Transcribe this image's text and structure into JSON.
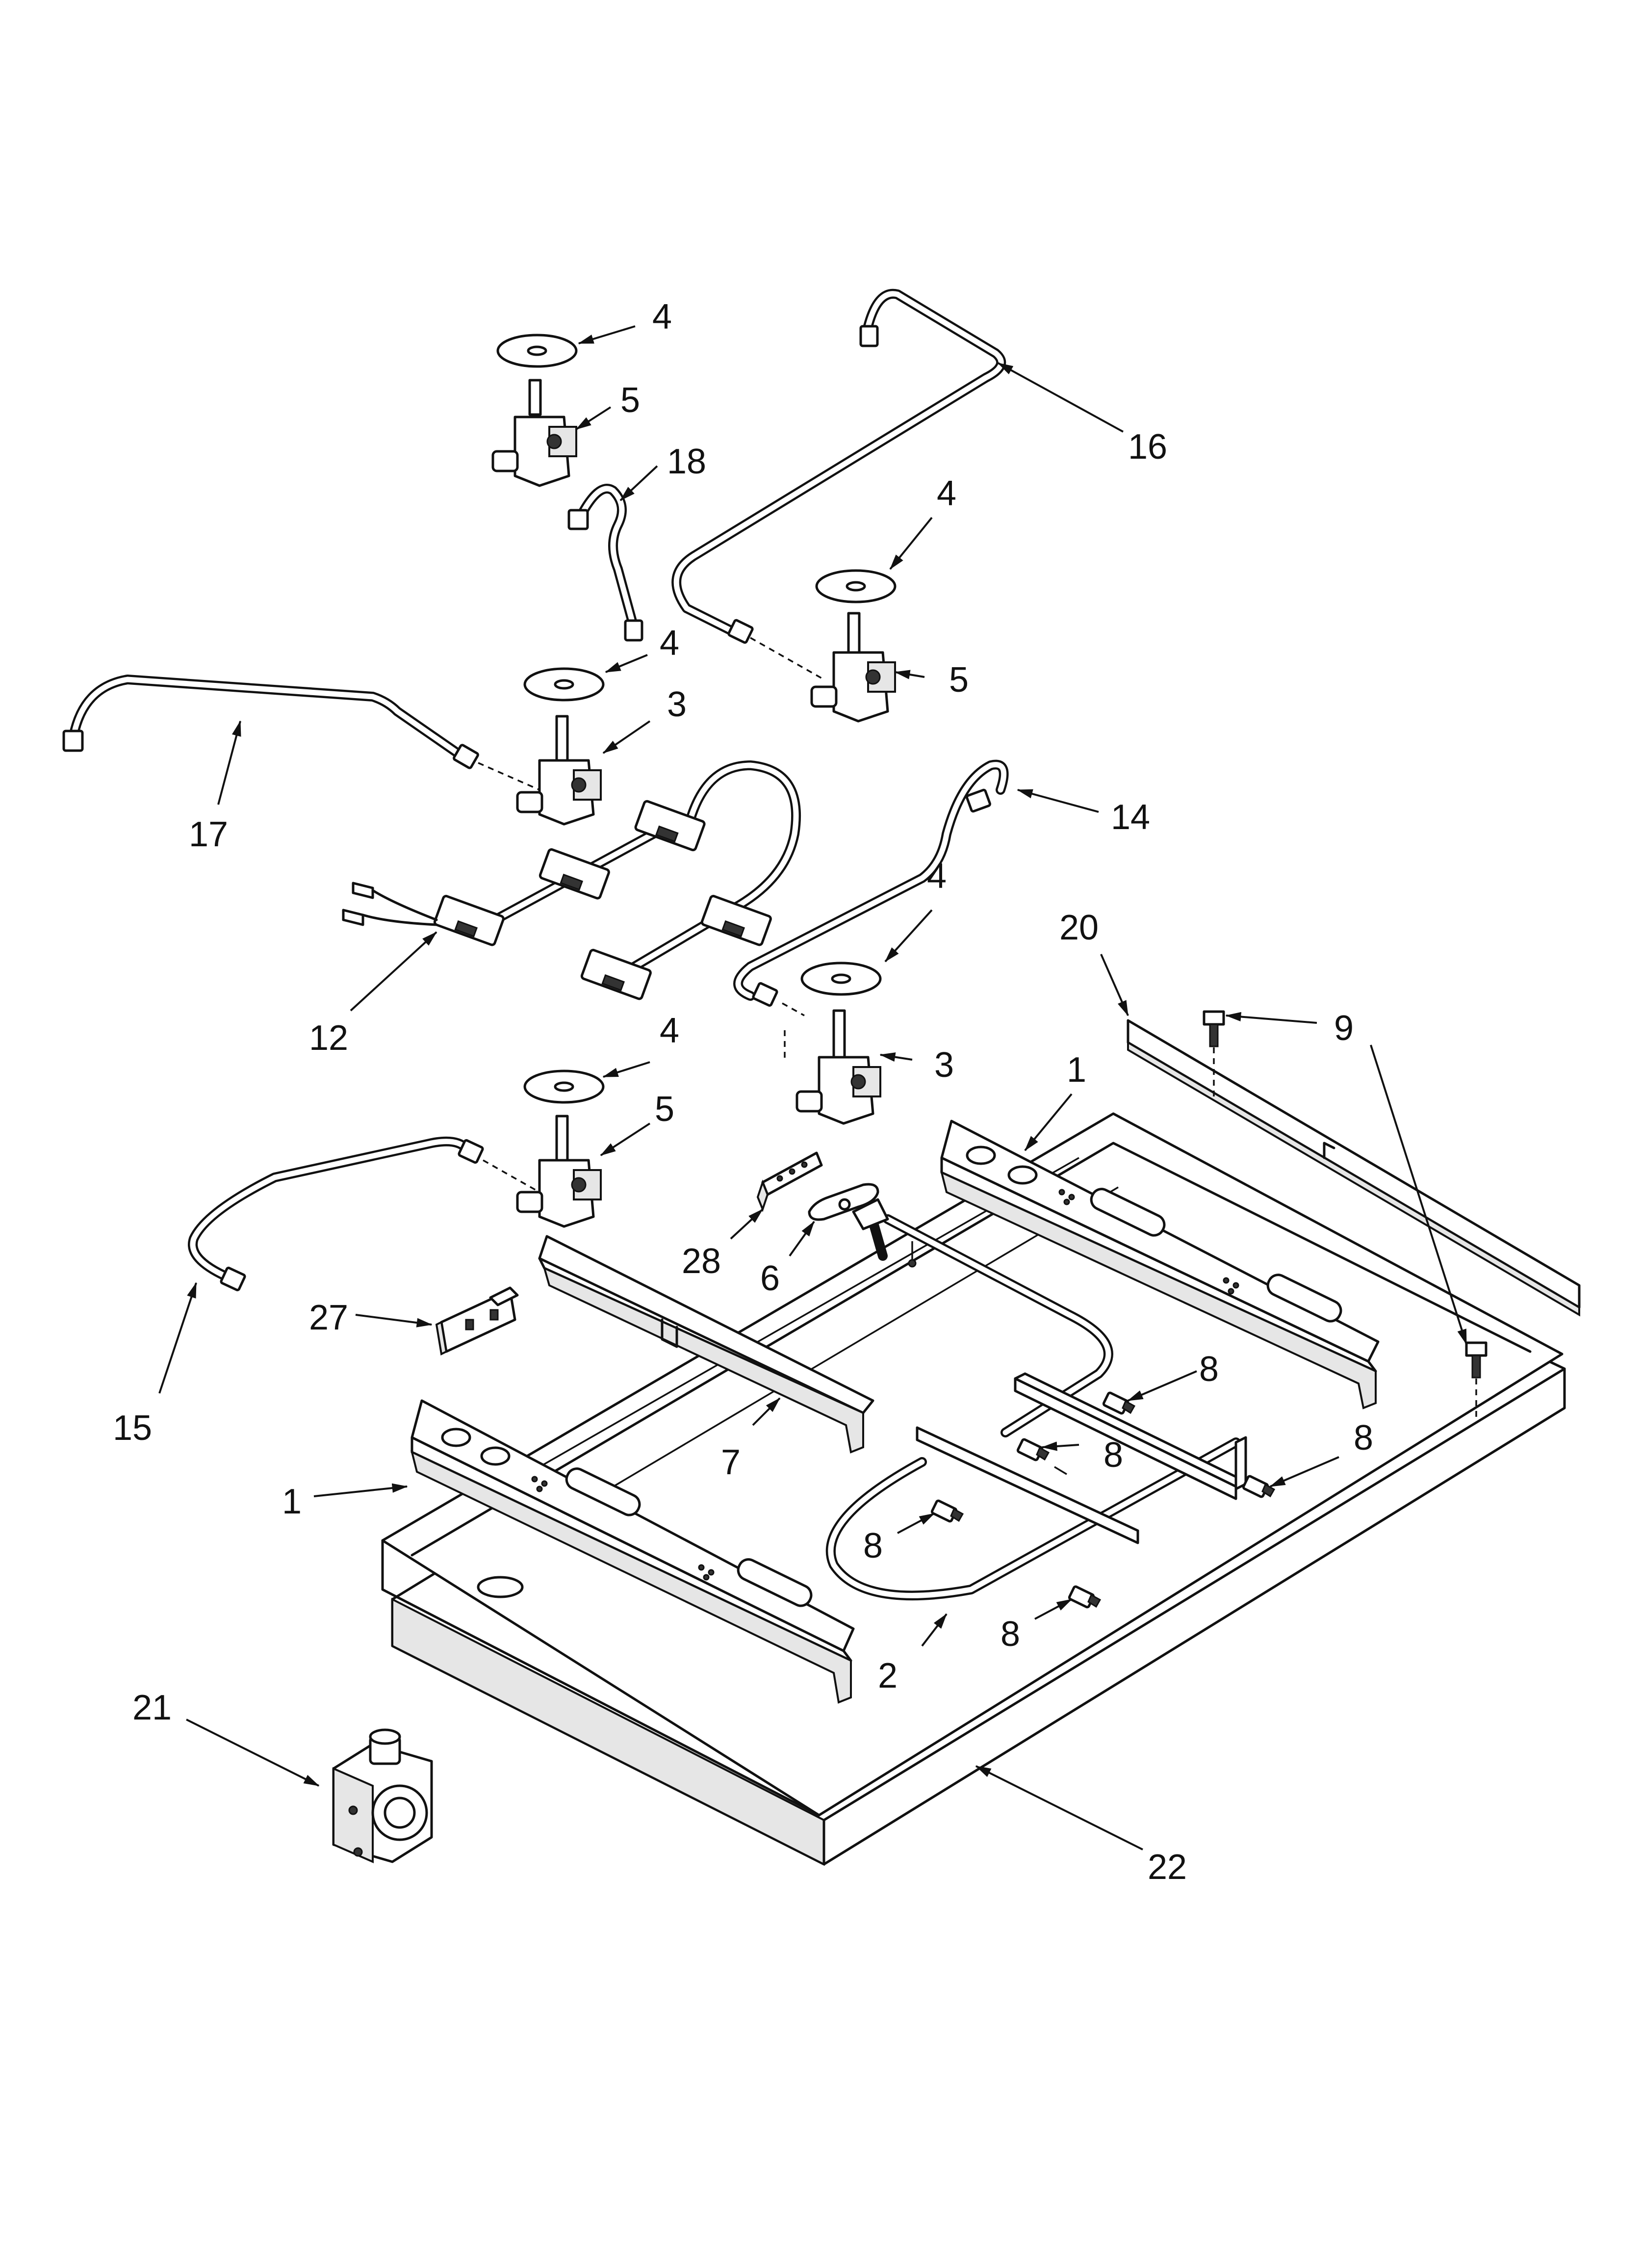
{
  "callouts": {
    "c4a": "4",
    "c5a": "5",
    "c18": "18",
    "c16": "16",
    "c4b": "4",
    "c5b": "5",
    "c4c": "4",
    "c3a": "3",
    "c17": "17",
    "c14": "14",
    "c4d": "4",
    "c12": "12",
    "c20": "20",
    "c9": "9",
    "c1a": "1",
    "c3b": "3",
    "c4e": "4",
    "c5c": "5",
    "c28": "28",
    "c6": "6",
    "c27": "27",
    "c8a": "8",
    "c8b": "8",
    "c8c": "8",
    "c8d": "8",
    "c8e": "8",
    "c15": "15",
    "c7": "7",
    "c1b": "1",
    "c2": "2",
    "c21": "21",
    "c22": "22"
  }
}
